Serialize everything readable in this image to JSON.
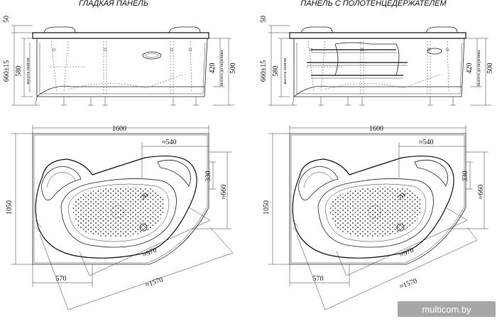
{
  "titles": {
    "left": "ГЛАДКАЯ ПАНЕЛЬ",
    "right": "ПАНЕЛЬ С ПОЛОТЕНЦЕДЕРЖАТЕЛЕМ"
  },
  "front_view": {
    "dim_top": "50",
    "dim_total": "660±15",
    "dim_580": "580",
    "panel_height_label": "высота панели",
    "dim_420": "420",
    "dim_500": "500",
    "rim_height_label": "высота до перелива"
  },
  "plan_view": {
    "width": "1600",
    "height": "1050",
    "d540": "≈540",
    "d330": "330",
    "d660": "≈660",
    "d970": "≈970",
    "d570": "570",
    "d1570": "≈1570",
    "d70": "70"
  },
  "watermark": "multicom.by"
}
